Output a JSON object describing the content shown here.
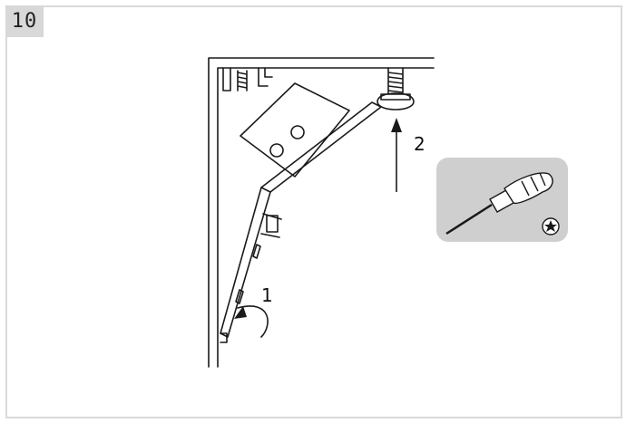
{
  "step": {
    "number": "10"
  },
  "callouts": {
    "first": "1",
    "second": "2"
  },
  "tool": {
    "name": "torx-screwdriver-icon",
    "bit": "torx-star-icon"
  },
  "colors": {
    "line": "#1a1a1a",
    "badge": "#d8d8d8",
    "tool_panel": "#cfcfcf",
    "frame": "#d9d9d9"
  }
}
